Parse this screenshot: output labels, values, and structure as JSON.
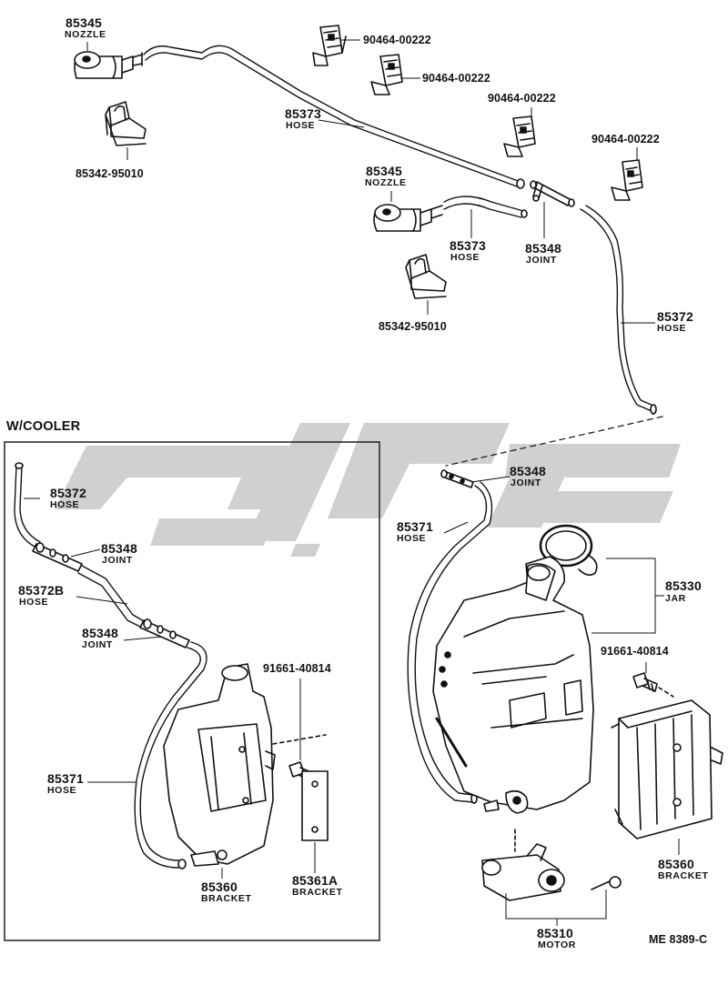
{
  "diagram": {
    "section_title": "W/COOLER",
    "figure_code": "ME  8389-C",
    "watermark_colors": {
      "shape": "#c8c8c8"
    },
    "line_color": "#111111",
    "labels": {
      "nozzle_top": {
        "number": "85345",
        "name": "NOZZLE"
      },
      "nozzle_mid": {
        "number": "85345",
        "name": "NOZZLE"
      },
      "clamp_1": "90464-00222",
      "clamp_2": "90464-00222",
      "clamp_3": "90464-00222",
      "clamp_4": "90464-00222",
      "hose_85373_top": {
        "number": "85373",
        "name": "HOSE"
      },
      "hose_85373_mid": {
        "number": "85373",
        "name": "HOSE"
      },
      "bracket_top_left": "85342-95010",
      "bracket_mid": "85342-95010",
      "joint_85348_top": {
        "number": "85348",
        "name": "JOINT"
      },
      "hose_85372_right": {
        "number": "85372",
        "name": "HOSE"
      },
      "joint_85348_right": {
        "number": "85348",
        "name": "JOINT"
      },
      "hose_85371_right": {
        "number": "85371",
        "name": "HOSE"
      },
      "jar": {
        "number": "85330",
        "name": "JAR"
      },
      "bolt_right": "91661-40814",
      "bracket_right": {
        "number": "85360",
        "name": "BRACKET"
      },
      "motor": {
        "number": "85310",
        "name": "MOTOR"
      },
      "cooler_hose_85372": {
        "number": "85372",
        "name": "HOSE"
      },
      "cooler_joint_1": {
        "number": "85348",
        "name": "JOINT"
      },
      "cooler_hose_85372b": {
        "number": "85372B",
        "name": "HOSE"
      },
      "cooler_joint_2": {
        "number": "85348",
        "name": "JOINT"
      },
      "cooler_bolt": "91661-40814",
      "cooler_hose_85371": {
        "number": "85371",
        "name": "HOSE"
      },
      "cooler_bracket_85360": {
        "number": "85360",
        "name": "BRACKET"
      },
      "cooler_bracket_85361a": {
        "number": "85361A",
        "name": "BRACKET"
      }
    }
  }
}
